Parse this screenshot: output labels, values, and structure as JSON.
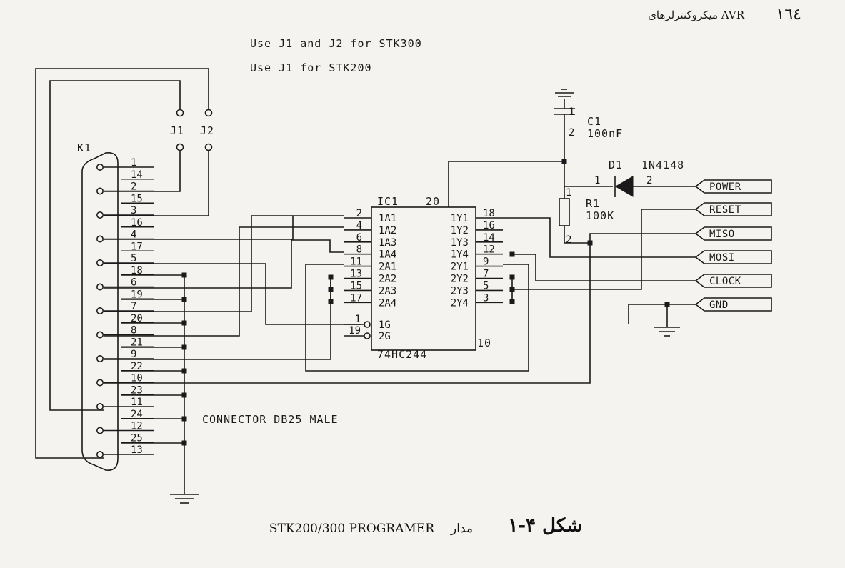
{
  "header": {
    "page_number": "١٦٤",
    "book_title": "میکروکنترلرهای AVR"
  },
  "notes": {
    "line1": "Use J1 and J2 for STK300",
    "line2": "Use J1 for STK200"
  },
  "jumpers": {
    "j1": "J1",
    "j2": "J2"
  },
  "connector": {
    "ref": "K1",
    "label": "CONNECTOR DB25 MALE",
    "pins": [
      "1",
      "14",
      "2",
      "15",
      "3",
      "16",
      "4",
      "17",
      "5",
      "18",
      "6",
      "19",
      "7",
      "20",
      "8",
      "21",
      "9",
      "22",
      "10",
      "23",
      "11",
      "24",
      "12",
      "25",
      "13"
    ]
  },
  "ic": {
    "ref": "IC1",
    "part": "74HC244",
    "vcc_pin": "20",
    "gnd_pin": "10",
    "left_pins": [
      {
        "num": "2",
        "name": "1A1"
      },
      {
        "num": "4",
        "name": "1A2"
      },
      {
        "num": "6",
        "name": "1A3"
      },
      {
        "num": "8",
        "name": "1A4"
      },
      {
        "num": "11",
        "name": "2A1"
      },
      {
        "num": "13",
        "name": "2A2"
      },
      {
        "num": "15",
        "name": "2A3"
      },
      {
        "num": "17",
        "name": "2A4"
      }
    ],
    "enable_pins": [
      {
        "num": "1",
        "name": "1G"
      },
      {
        "num": "19",
        "name": "2G"
      }
    ],
    "right_pins": [
      {
        "num": "18",
        "name": "1Y1"
      },
      {
        "num": "16",
        "name": "1Y2"
      },
      {
        "num": "14",
        "name": "1Y3"
      },
      {
        "num": "12",
        "name": "1Y4"
      },
      {
        "num": "9",
        "name": "2Y1"
      },
      {
        "num": "7",
        "name": "2Y2"
      },
      {
        "num": "5",
        "name": "2Y3"
      },
      {
        "num": "3",
        "name": "2Y4"
      }
    ]
  },
  "capacitor": {
    "ref": "C1",
    "value": "100nF",
    "pin1": "1",
    "pin2": "2"
  },
  "diode": {
    "ref": "D1",
    "part": "1N4148",
    "pin1": "1",
    "pin2": "2"
  },
  "resistor": {
    "ref": "R1",
    "value": "100K",
    "pin1": "1",
    "pin2": "2"
  },
  "signals": [
    "POWER",
    "RESET",
    "MISO",
    "MOSI",
    "CLOCK",
    "GND"
  ],
  "caption": {
    "figure_label": "شکل ۴-۱",
    "word": "مدار",
    "title": "STK200/300 PROGRAMER"
  }
}
